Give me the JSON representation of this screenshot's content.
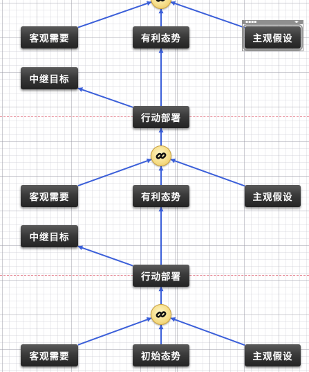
{
  "colors": {
    "edge": "#3b5fd9",
    "node_text": "#ffffff",
    "guide_line": "#e58a96",
    "junction": "#f6de8a"
  },
  "icons": {
    "junction": "link-icon"
  },
  "nodes": [
    {
      "id": "n1",
      "label": "客观需要"
    },
    {
      "id": "n2",
      "label": "有利态势"
    },
    {
      "id": "n3",
      "label": "主观假设",
      "selected": true
    },
    {
      "id": "n4",
      "label": "中继目标"
    },
    {
      "id": "n5",
      "label": "行动部署"
    },
    {
      "id": "n6",
      "label": "客观需要"
    },
    {
      "id": "n7",
      "label": "有利态势"
    },
    {
      "id": "n8",
      "label": "主观假设"
    },
    {
      "id": "n9",
      "label": "中继目标"
    },
    {
      "id": "n10",
      "label": "行动部署"
    },
    {
      "id": "n11",
      "label": "客观需要"
    },
    {
      "id": "n12",
      "label": "初始态势"
    },
    {
      "id": "n13",
      "label": "主观假设"
    }
  ],
  "junctions": [
    {
      "id": "j0"
    },
    {
      "id": "j1"
    },
    {
      "id": "j2"
    }
  ],
  "edges": [
    [
      "n1",
      "j0"
    ],
    [
      "n2",
      "j0"
    ],
    [
      "n3",
      "j0"
    ],
    [
      "n5",
      "n2"
    ],
    [
      "n5",
      "n4"
    ],
    [
      "j1",
      "n5"
    ],
    [
      "n6",
      "j1"
    ],
    [
      "n7",
      "j1"
    ],
    [
      "n8",
      "j1"
    ],
    [
      "n10",
      "n7"
    ],
    [
      "n10",
      "n9"
    ],
    [
      "j2",
      "n10"
    ],
    [
      "n11",
      "j2"
    ],
    [
      "n12",
      "j2"
    ],
    [
      "n13",
      "j2"
    ]
  ]
}
